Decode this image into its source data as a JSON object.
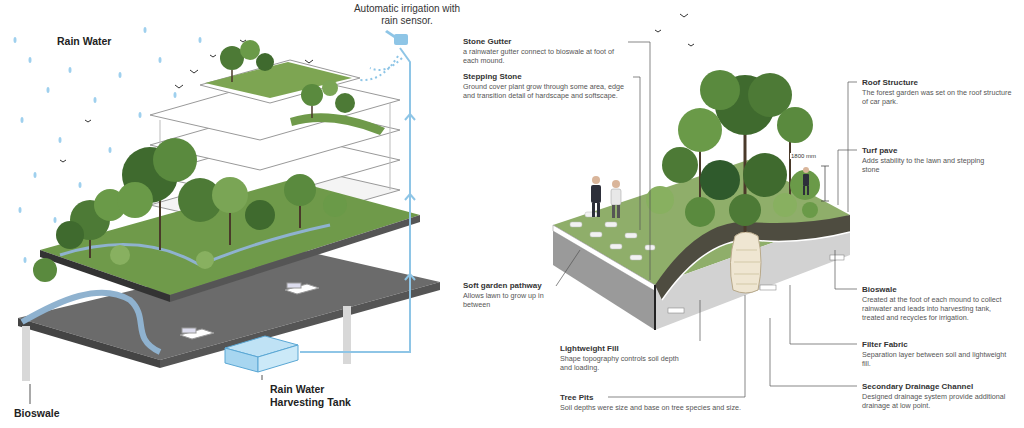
{
  "diagram": {
    "labels": [
      "Rain Water",
      "Automatic irrigation with rain sensor.",
      "Bioswale",
      "Rain Water Harvesting Tank",
      "Stone Gutter",
      "a rainwater gutter connect to bioswale at foot of each mound.",
      "Stepping Stone",
      "Ground cover plant grow through some area, edge and transition detail of hardscape and softscape.",
      "Roof Structure",
      "The forest garden was set on the roof structure of car park.",
      "Turf pave",
      "Adds stability to the lawn and stepping stone",
      "1800 mm",
      "Soft garden pathway",
      "Allows lawn to grow up in between",
      "Bioswale",
      "Created at the foot of each mound to collect rainwater and leads into harvesting tank, treated and recycles for irrigation.",
      "Lightweight Fill",
      "Shape topography controls soil depth and loading.",
      "Filter Fabric",
      "Separation layer between soil and lightweight fill.",
      "Tree Pits",
      "Soil depths were size and base on tree species and size.",
      "Secondary Drainage Channel",
      "Designed drainage system provide additional drainage at low point."
    ]
  }
}
